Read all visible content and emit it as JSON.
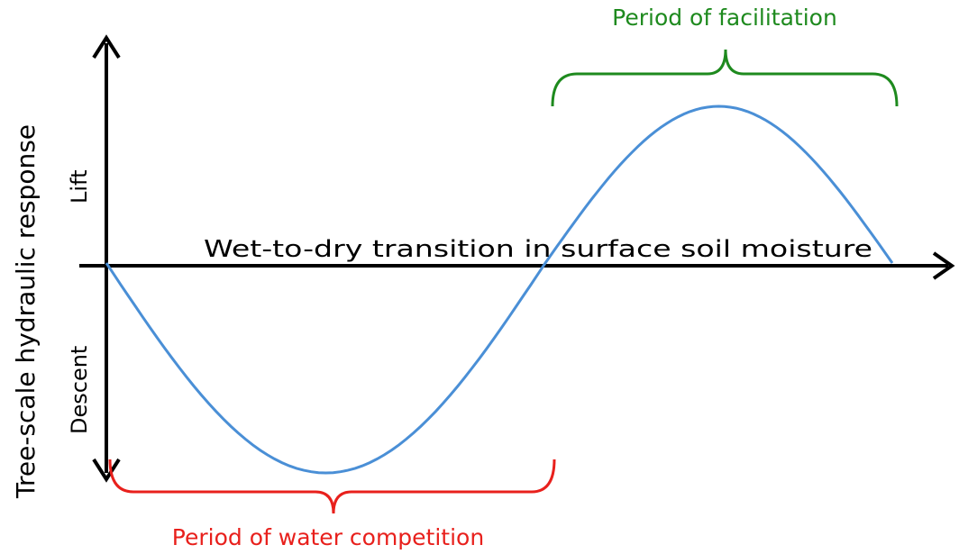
{
  "y_axis_label": "Tree-scale hydraulic response",
  "y_positive_label": "Lift",
  "y_negative_label": "Descent",
  "x_axis_label": "Wet-to-dry transition in surface soil moisture",
  "facilitation_label": "Period of facilitation",
  "competition_label": "Period of water competition",
  "colors": {
    "curve": "#4a8fd6",
    "facilitation": "#1e8a1e",
    "competition": "#e8201c",
    "axes": "#000000"
  }
}
